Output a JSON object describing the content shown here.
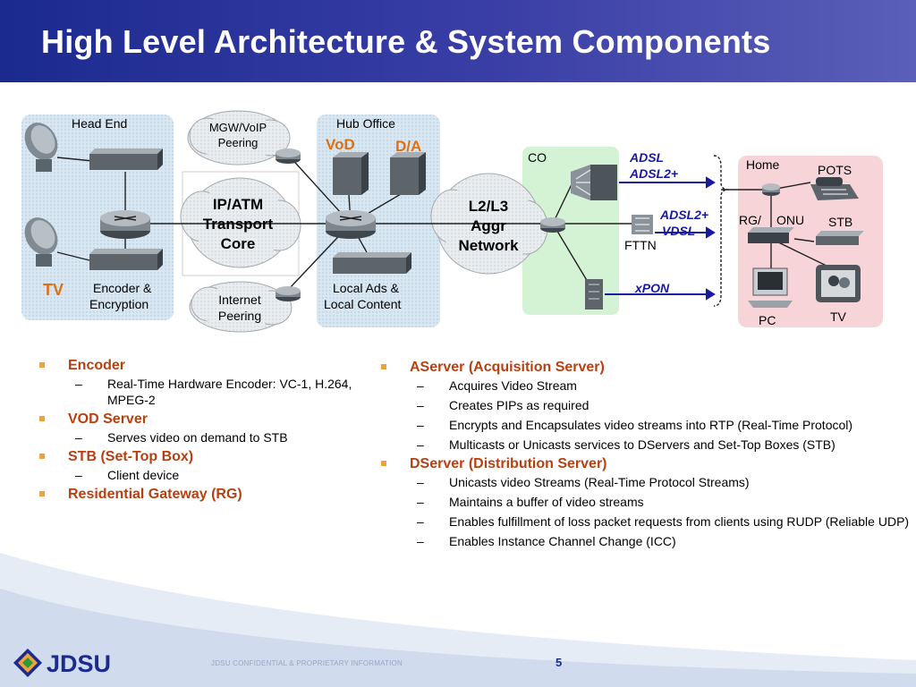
{
  "slide": {
    "title": "High Level Architecture & System Components",
    "page_number": "5",
    "footer": "JDSU CONFIDENTIAL & PROPRIETARY INFORMATION",
    "logo_text": "JDSU"
  },
  "diagram": {
    "head_end": {
      "title": "Head End",
      "tv": "TV",
      "encoder": "Encoder &",
      "encryption": "Encryption"
    },
    "mgw": {
      "line1": "MGW/VoIP",
      "line2": "Peering"
    },
    "ip_atm": {
      "line1": "IP/ATM",
      "line2": "Transport",
      "line3": "Core"
    },
    "internet": {
      "line1": "Internet",
      "line2": "Peering"
    },
    "hub_office": {
      "title": "Hub Office",
      "vod": "VoD",
      "da": "D/A",
      "local_ads": "Local Ads &",
      "local_content": "Local Content"
    },
    "l2l3": {
      "line1": "L2/L3",
      "line2": "Aggr",
      "line3": "Network"
    },
    "co": {
      "title": "CO",
      "fttn": "FTTN"
    },
    "links": {
      "adsl": "ADSL",
      "adsl2plus": "ADSL2+",
      "adsl2plus_b": "ADSL2+",
      "vdsl": "VDSL",
      "xpon": "xPON"
    },
    "home": {
      "title": "Home",
      "pots": "POTS",
      "rg": "RG/",
      "onu": "ONU",
      "stb": "STB",
      "pc": "PC",
      "tv": "TV"
    }
  },
  "left_list": [
    {
      "heading": "Encoder",
      "items": [
        "Real-Time Hardware Encoder: VC-1, H.264, MPEG-2"
      ]
    },
    {
      "heading": "VOD Server",
      "items": [
        "Serves video on demand to STB"
      ]
    },
    {
      "heading": "STB (Set-Top Box)",
      "items": [
        "Client device"
      ]
    },
    {
      "heading": "Residential Gateway (RG)",
      "items": []
    }
  ],
  "right_list": [
    {
      "heading": "AServer (Acquisition Server)",
      "items": [
        "Acquires Video Stream",
        "Creates PIPs as required",
        "Encrypts and Encapsulates video streams into RTP (Real-Time Protocol)",
        "Multicasts or Unicasts services to DServers and Set-Top Boxes (STB)"
      ]
    },
    {
      "heading": "DServer (Distribution Server)",
      "items": [
        "Unicasts video Streams (Real-Time Protocol Streams)",
        "Maintains a buffer of video streams",
        "Enables fulfillment of loss packet requests from clients using RUDP (Reliable UDP)",
        "Enables Instance Channel Change (ICC)"
      ]
    }
  ],
  "colors": {
    "title_bar": "#1b2a8f",
    "bullet_heading": "#b84010",
    "bullet_marker": "#f0a23a",
    "link_label": "#1a1aa0",
    "head_end_bg": "#d4e6f2",
    "co_bg": "#d4f3d4",
    "home_bg": "#f7d4d8"
  },
  "icons": [
    "satellite-dish-icon",
    "router-icon",
    "encoder-icon",
    "server-icon",
    "dslam-icon",
    "phone-icon",
    "set-top-box-icon",
    "computer-icon",
    "tv-icon",
    "jdsu-logo-icon"
  ]
}
